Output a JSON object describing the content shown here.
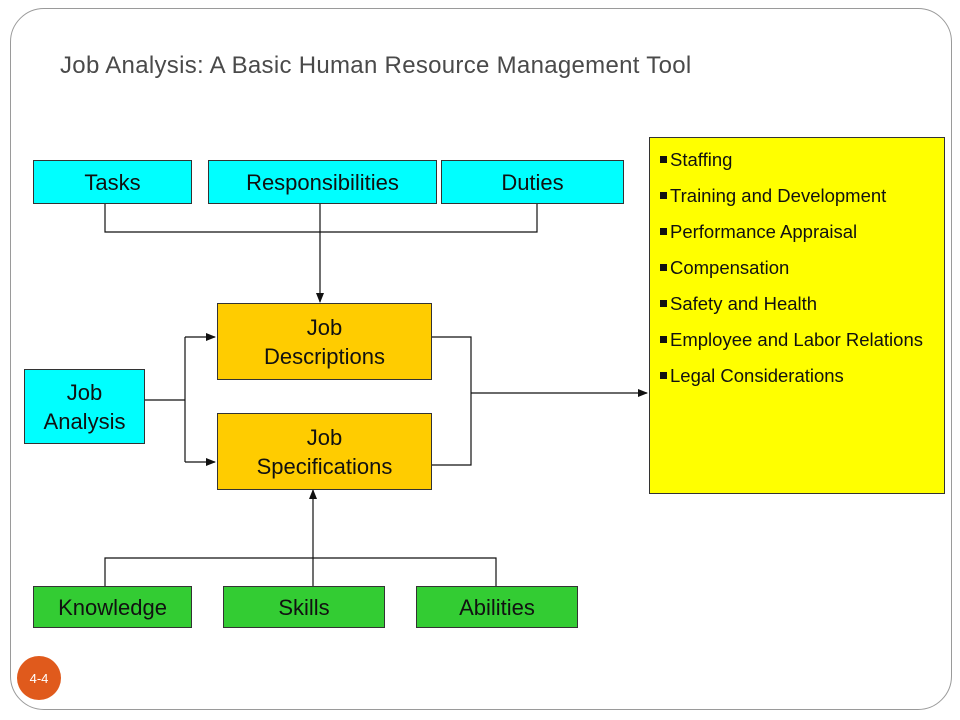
{
  "slide": {
    "title": "Job Analysis: A Basic Human Resource Management Tool",
    "page_number": "4-4"
  },
  "inputs": {
    "tasks": "Tasks",
    "responsibilities": "Responsibilities",
    "duties": "Duties"
  },
  "job_analysis": "Job Analysis",
  "outputs": {
    "job_descriptions": "Job Descriptions",
    "job_specifications": "Job Specifications"
  },
  "ksa": {
    "knowledge": "Knowledge",
    "skills": "Skills",
    "abilities": "Abilities"
  },
  "hr_functions": [
    "Staffing",
    "Training and Development",
    "Performance Appraisal",
    "Compensation",
    "Safety and Health",
    "Employee and Labor Relations",
    "Legal Considerations"
  ],
  "colors": {
    "top_boxes": "#00ffff",
    "job_outputs": "#ffcc00",
    "ksa_boxes": "#33cc33",
    "hr_panel": "#ffff00",
    "badge": "#e05a1c"
  }
}
